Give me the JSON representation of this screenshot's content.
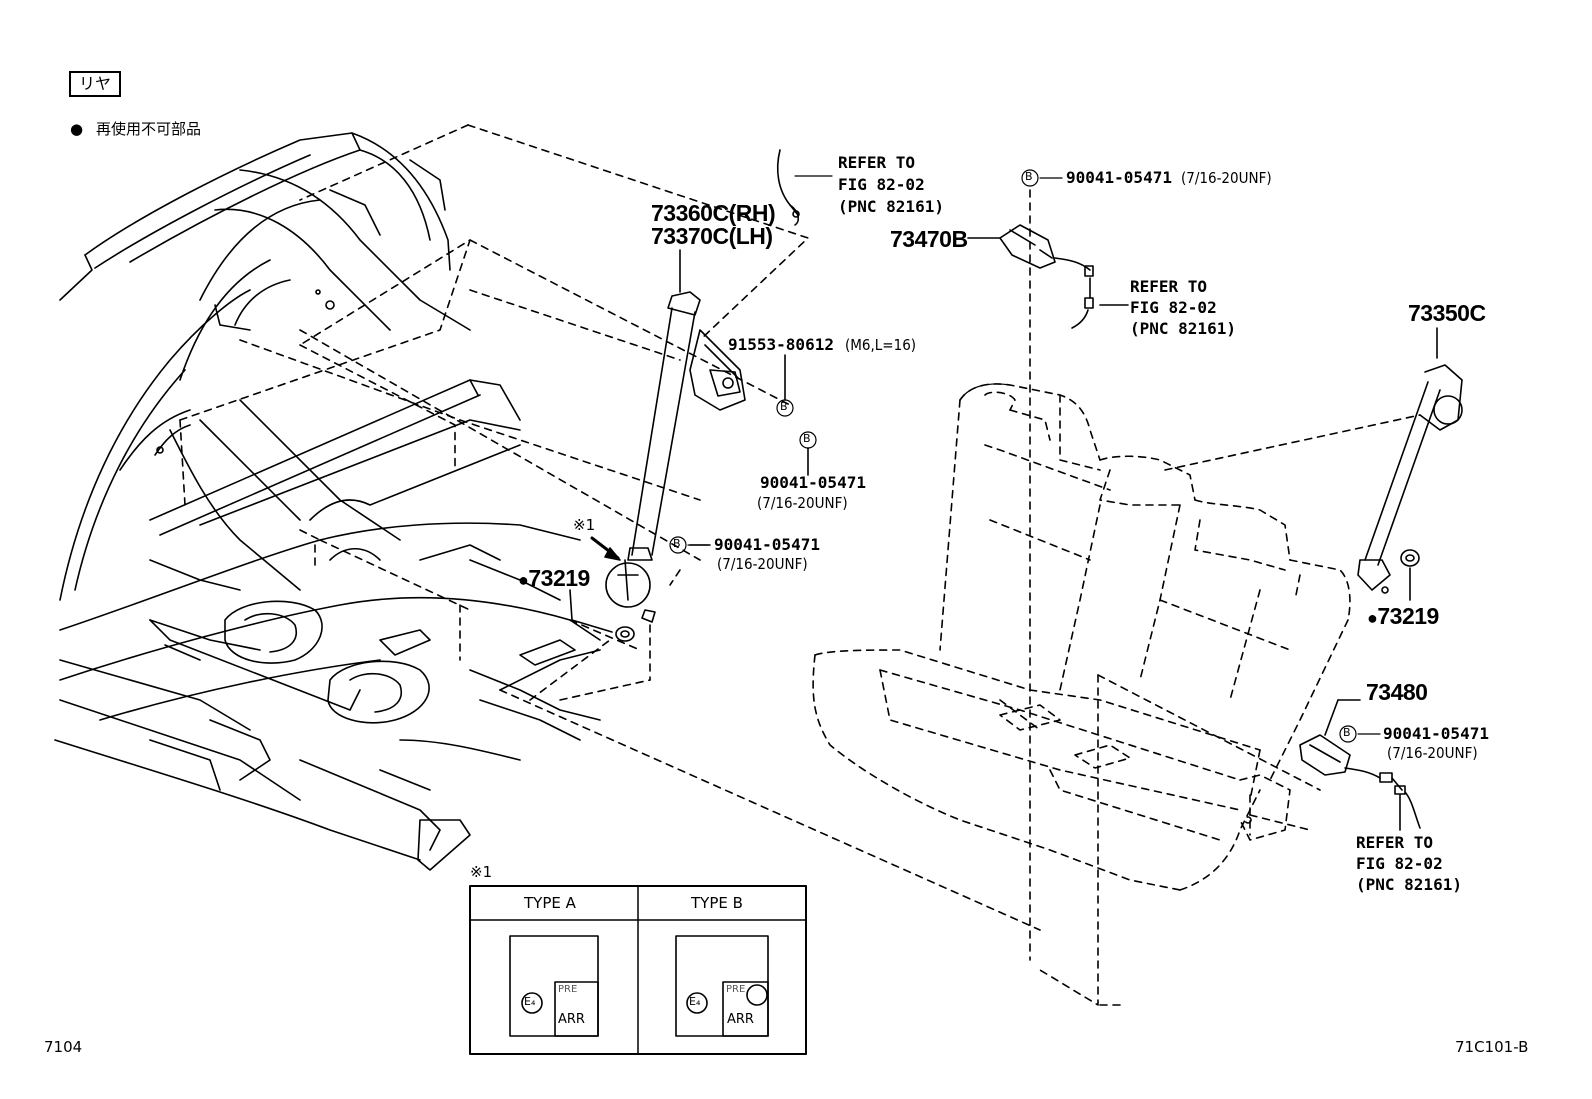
{
  "header": {
    "area_label": "リヤ",
    "legend_symbol": "●",
    "legend_text": "再使用不可部品"
  },
  "callouts": {
    "belt_rh": "73360C(RH)",
    "belt_lh": "73370C(LH)",
    "refer_top": [
      "REFER TO",
      "FIG 82-02",
      "(PNC 82161)"
    ],
    "bolt_91553": "91553-80612",
    "bolt_91553_spec": "(M6,L=16)",
    "bolt_a_num": "90041-05471",
    "bolt_a_spec": "(7/16-20UNF)",
    "note_mark": "※1",
    "bolt_b_num": "90041-05471",
    "bolt_b_spec": "(7/16-20UNF)",
    "clip_left": "73219",
    "clip_right": "73219",
    "bolt_top_num": "90041-05471",
    "bolt_top_spec": "(7/16-20UNF)",
    "buckle_center": "73470B",
    "refer_mid": [
      "REFER TO",
      "FIG 82-02",
      "(PNC 82161)"
    ],
    "belt_center": "73350C",
    "buckle_right": "73480",
    "bolt_right_num": "90041-05471",
    "bolt_right_spec": "(7/16-20UNF)",
    "refer_bottom": [
      "REFER TO",
      "FIG 82-02",
      "(PNC 82161)"
    ],
    "bolt_marker": "B",
    "dot": "●"
  },
  "inset": {
    "note_mark": "※1",
    "type_a": "TYPE A",
    "type_b": "TYPE B",
    "tag_circle": "E₄",
    "tag_line1": "PRE",
    "tag_line2": "ARR"
  },
  "footer": {
    "left_code": "7104",
    "right_code": "71C101-B"
  }
}
